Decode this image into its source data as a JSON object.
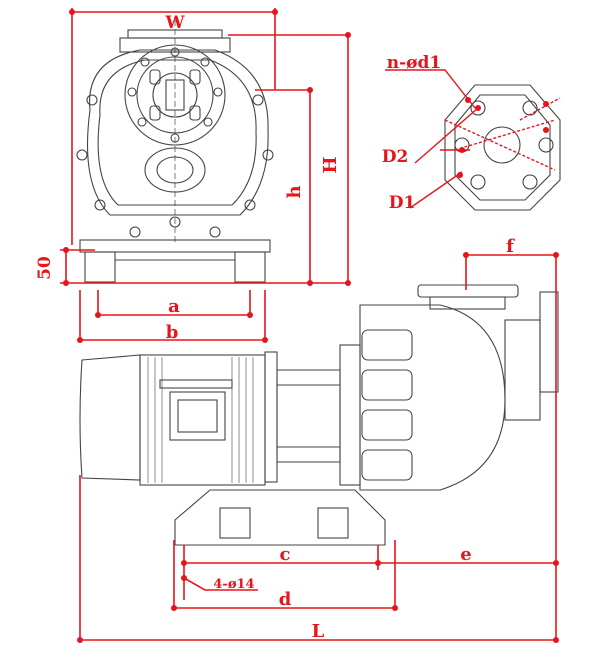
{
  "colors": {
    "dimension": "#e8141c",
    "drawing": "#444444",
    "background": "#ffffff"
  },
  "labels": {
    "W": "W",
    "H": "H",
    "h": "h",
    "fifty": "50",
    "a": "a",
    "b": "b",
    "nd1": "n-ød1",
    "D2": "D2",
    "D1": "D1",
    "f": "f",
    "c": "c",
    "e": "e",
    "d": "d",
    "holes": "4-ø14",
    "L": "L"
  }
}
